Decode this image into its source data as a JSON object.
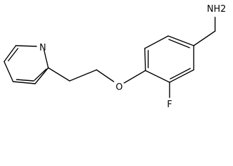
{
  "structure": {
    "kind": "chemical-structure",
    "line_color": "#000000",
    "background": "#ffffff"
  },
  "atoms": {
    "pyridine_nitrogen": "N",
    "ether_oxygen": "O",
    "fluorine": "F",
    "amine": "NH2"
  }
}
